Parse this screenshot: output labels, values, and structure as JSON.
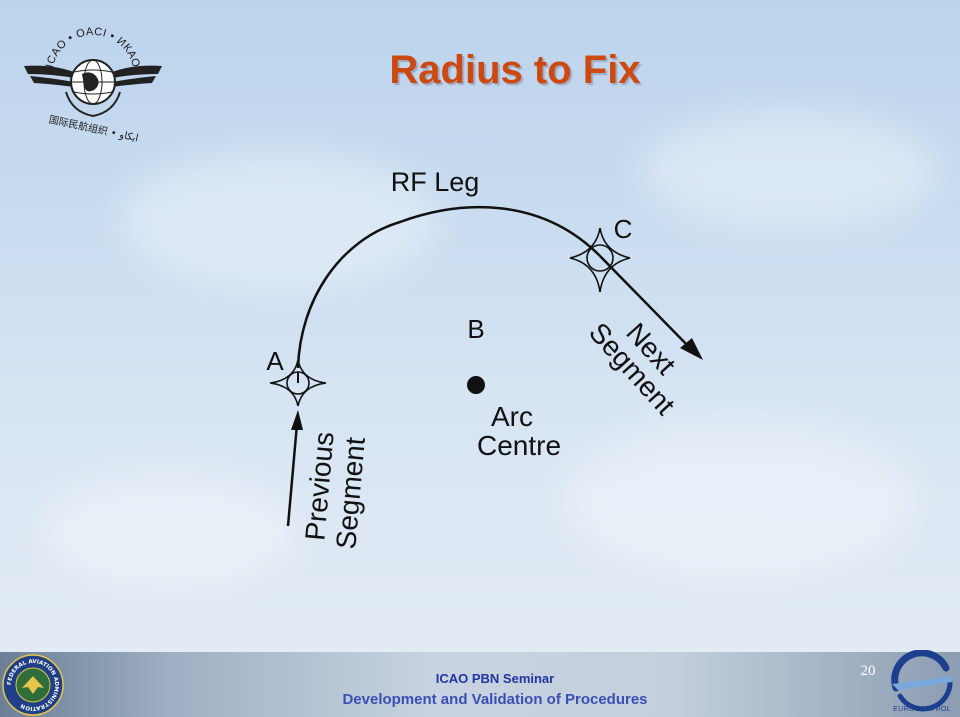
{
  "slide": {
    "title": "Radius to Fix",
    "page_number": "20"
  },
  "logos": {
    "icao": {
      "icon": "icao-emblem-icon",
      "ring_text": "ICAO • OACI • ИКАО",
      "lower_text": "国际民航组织 • ايكاو"
    },
    "faa": {
      "icon": "faa-seal-icon",
      "ring_text": "FEDERAL AVIATION ADMINISTRATION"
    },
    "eurocontrol": {
      "icon": "eurocontrol-logo-icon",
      "text": "EUROCONTROL"
    }
  },
  "diagram": {
    "leg_label": "RF Leg",
    "fix_a": "A",
    "fix_b": "B",
    "fix_c": "C",
    "arc_centre_line1": "Arc",
    "arc_centre_line2": "Centre",
    "previous_line1": "Previous",
    "previous_line2": "Segment",
    "next_line1": "Next",
    "next_line2": "Segment",
    "colors": {
      "line": "#111111",
      "title": "#cc4a12"
    }
  },
  "footer": {
    "line1": "ICAO PBN Seminar",
    "line2": "Development and Validation of Procedures"
  }
}
